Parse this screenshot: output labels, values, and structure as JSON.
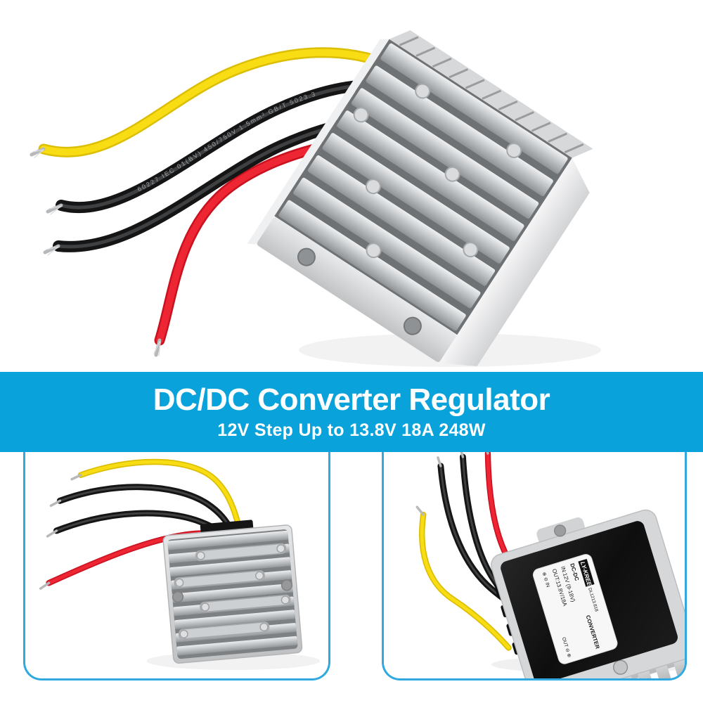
{
  "banner": {
    "title": "DC/DC Converter Regulator",
    "subtitle": "12V Step Up to 13.8V 18A 248W",
    "background_color": "#09a2da",
    "text_color": "#ffffff"
  },
  "product": {
    "wire_print": "60227 IEC 01(BV)  450/750V  1.5mm²  GB/T 5023.3",
    "wire_colors": {
      "yellow": "#f3d40c",
      "black": "#1c1c1c",
      "red": "#e71e2b"
    },
    "heatsink_color": "#d7d9da"
  },
  "device_label": {
    "brand": "LY-KREE",
    "model": "DL1213.818",
    "type": "DC-DC",
    "type2": "CONVERTER",
    "input": "IN:12V (9-18V)",
    "output": "OUT:13.8V/18A",
    "terminals_in": "⊕ ⊖ IN",
    "terminals_out": "OUT ⊖ ⊕"
  },
  "thumbnails": {
    "border_color": "#2fa9e0"
  }
}
